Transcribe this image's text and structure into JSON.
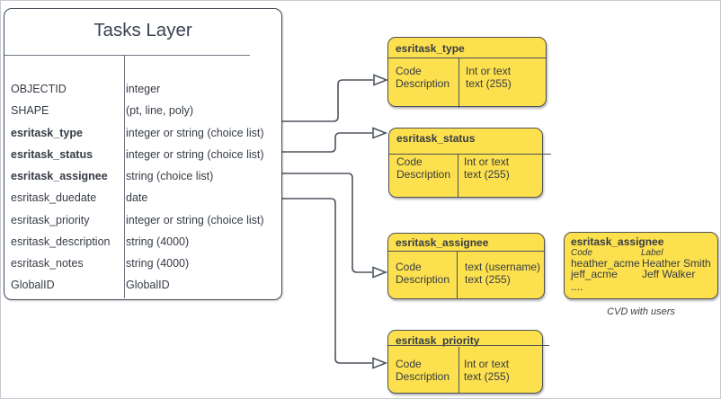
{
  "table": {
    "title": "Tasks Layer",
    "rows": [
      {
        "name": "OBJECTID",
        "type": "integer"
      },
      {
        "name": "SHAPE",
        "type": "(pt, line, poly)"
      },
      {
        "name": "esritask_type",
        "type": "integer or string (choice list)"
      },
      {
        "name": "esritask_status",
        "type": "integer or string (choice list)"
      },
      {
        "name": "esritask_assignee",
        "type": "string (choice list)"
      },
      {
        "name": "esritask_duedate",
        "type": "date"
      },
      {
        "name": "esritask_priority",
        "type": "integer or string (choice list)"
      },
      {
        "name": "esritask_description",
        "type": "string (4000)"
      },
      {
        "name": "esritask_notes",
        "type": "string (4000)"
      },
      {
        "name": "GlobalID",
        "type": "GlobalID"
      }
    ]
  },
  "domains": [
    {
      "title": "esritask_type",
      "left": [
        "Code",
        "Description"
      ],
      "right": [
        "Int or text",
        "text (255)"
      ]
    },
    {
      "title": "esritask_status",
      "left": [
        "Code",
        "Description"
      ],
      "right": [
        "Int or text",
        "text (255)"
      ]
    },
    {
      "title": "esritask_assignee",
      "left": [
        "Code",
        "Description"
      ],
      "right": [
        "text (username)",
        "text (255)"
      ]
    },
    {
      "title": "esritask_priority",
      "left": [
        "Code",
        "Description"
      ],
      "right": [
        "Int or text",
        "text (255)"
      ]
    }
  ],
  "cvd": {
    "title": "esritask_assignee",
    "col_headers": [
      "Code",
      "Label"
    ],
    "rows": [
      [
        "heather_acme",
        "Heather Smith"
      ],
      [
        "jeff_acme",
        "Jeff Walker"
      ],
      [
        "....",
        ""
      ]
    ],
    "caption": "CVD with users"
  },
  "colors": {
    "domain_fill": "#fce04d",
    "line": "#4e555e",
    "text": "#363c45",
    "frame": "#c6cbd1"
  }
}
